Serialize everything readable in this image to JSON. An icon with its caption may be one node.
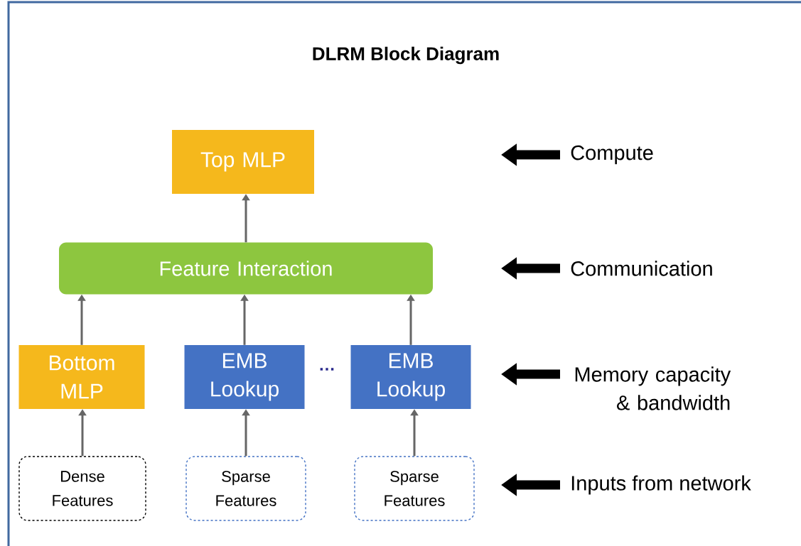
{
  "diagram": {
    "title": "DLRM Block Diagram",
    "nodes": [
      {
        "text": [
          "Top MLP"
        ]
      },
      {
        "text": [
          "Feature Interaction"
        ]
      },
      {
        "text": [
          "Bottom MLP"
        ]
      },
      {
        "text": [
          "EMB Lookup"
        ]
      },
      {
        "text": [
          "EMB Lookup"
        ]
      },
      {
        "text": [
          "Dense Features"
        ]
      },
      {
        "text": [
          "Sparse Features"
        ]
      },
      {
        "text": [
          "Sparse Features"
        ]
      },
      {
        "text": [
          "Compute"
        ]
      },
      {
        "text": [
          "Communication"
        ]
      },
      {
        "text": [
          "Memory capacity & bandwidth"
        ]
      },
      {
        "text": [
          "Inputs from network"
        ]
      }
    ],
    "edges": [
      {
        "from": 5,
        "to": 2,
        "arrow": "to"
      },
      {
        "from": 6,
        "to": 3,
        "arrow": "to"
      },
      {
        "from": 7,
        "to": 4,
        "arrow": "to"
      },
      {
        "from": 2,
        "to": 1,
        "arrow": "to"
      },
      {
        "from": 3,
        "to": 1,
        "arrow": "to"
      },
      {
        "from": 4,
        "to": 1,
        "arrow": "to"
      },
      {
        "from": 1,
        "to": 0,
        "arrow": "to"
      },
      {
        "from": 8,
        "to": null,
        "arrow": "to",
        "style": "thick",
        "color": "#000000"
      },
      {
        "from": 9,
        "to": null,
        "arrow": "to",
        "style": "thick",
        "color": "#000000"
      },
      {
        "from": 10,
        "to": null,
        "arrow": "to",
        "style": "thick",
        "color": "#000000"
      },
      {
        "from": 11,
        "to": null,
        "arrow": "to",
        "style": "thick",
        "color": "#000000"
      }
    ],
    "labels": [
      "…"
    ]
  }
}
